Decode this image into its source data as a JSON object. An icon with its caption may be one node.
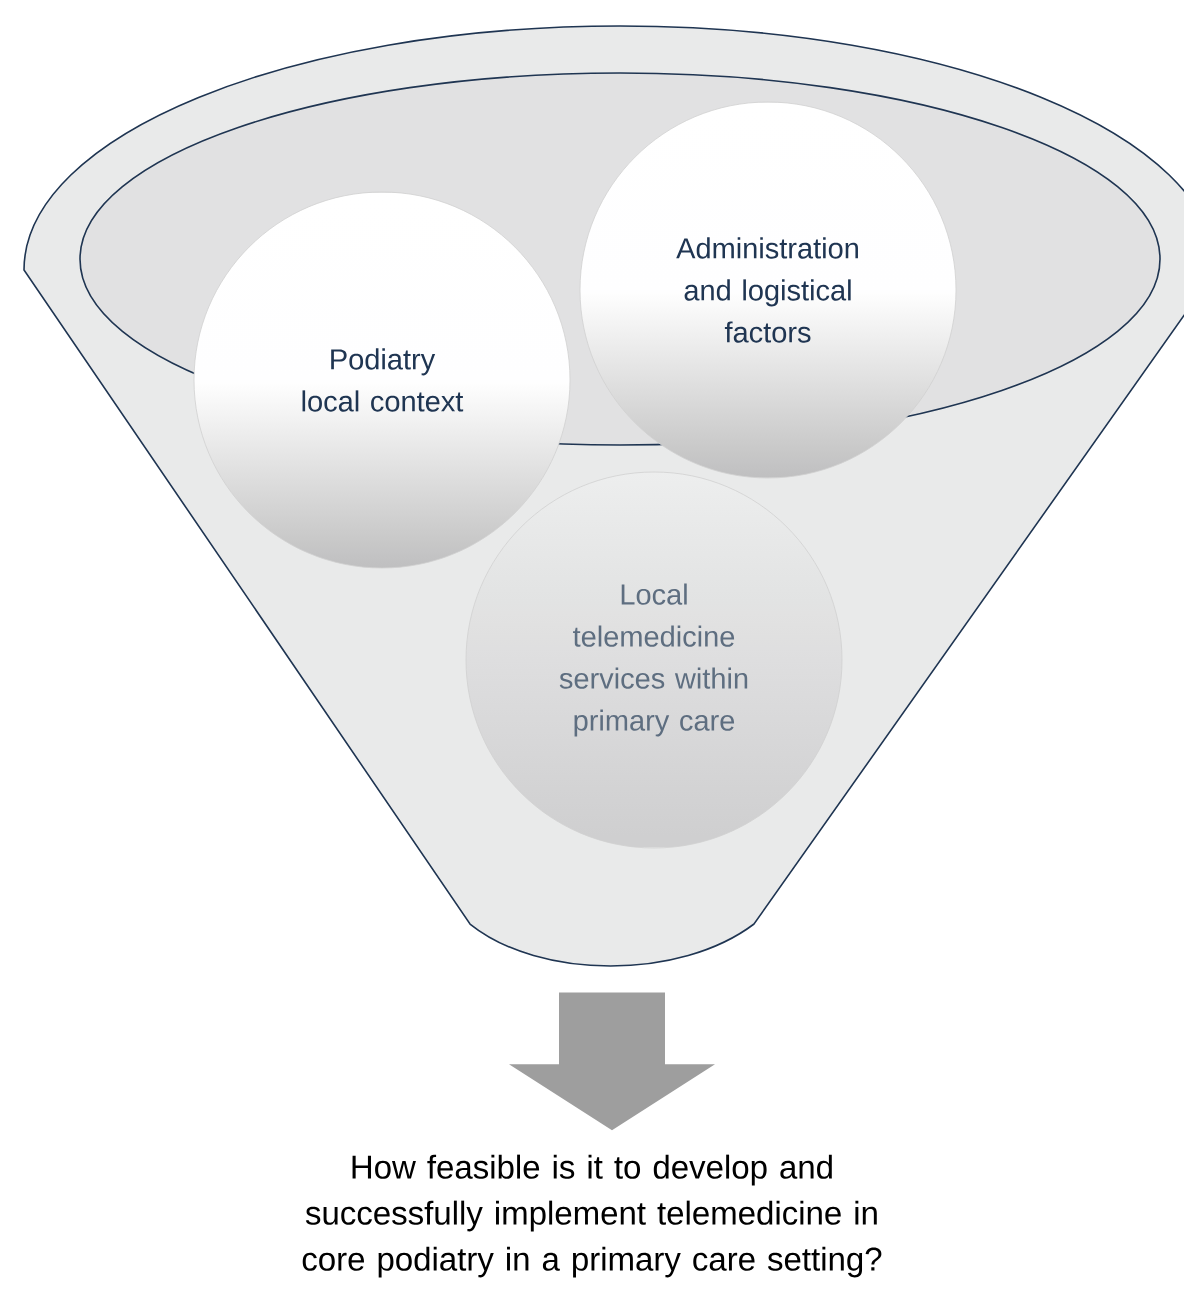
{
  "diagram": {
    "nodes": [
      {
        "text": [],
        "shape": "funnel"
      },
      {
        "text": [
          "Podiatry local context"
        ],
        "in": 0
      },
      {
        "text": [
          "Administration and logistical factors"
        ],
        "in": 0
      },
      {
        "text": [
          "Local telemedicine services within primary care"
        ],
        "in": 0
      },
      {
        "text": [
          "How feasible is it to develop and successfully implement telemedicine in core podiatry in a primary care setting?"
        ]
      }
    ],
    "edges": [
      {
        "from": 0,
        "to": 4,
        "arrow": "to",
        "style": "thick"
      }
    ]
  }
}
